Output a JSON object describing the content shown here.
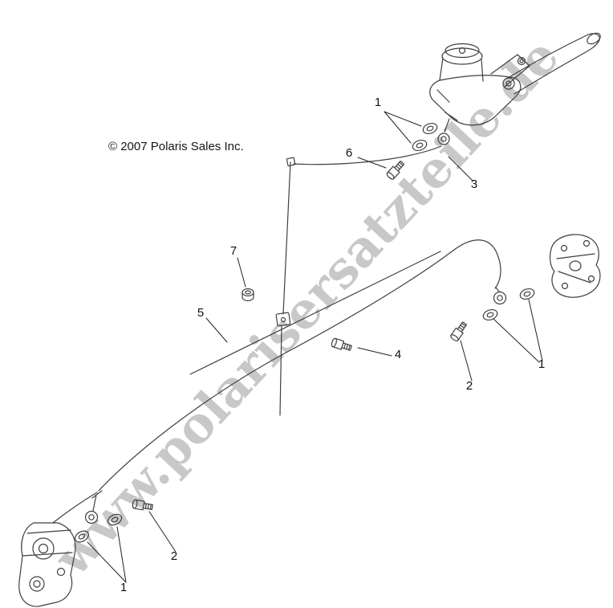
{
  "watermark": {
    "text": "www.polarisersatzteile.de",
    "color": "#c8c8c8"
  },
  "copyright": {
    "text": "© 2007 Polaris Sales Inc."
  },
  "colors": {
    "line_art": "#3f3f3f",
    "leader": "#222222",
    "text": "#111111"
  },
  "callouts": [
    {
      "label": "1",
      "part": "banjo-washers-master-cylinder"
    },
    {
      "label": "6",
      "part": "banjo-bolt-master-cylinder"
    },
    {
      "label": "3",
      "part": "upper-brake-line"
    },
    {
      "label": "7",
      "part": "line-nut"
    },
    {
      "label": "5",
      "part": "main-brake-line"
    },
    {
      "label": "4",
      "part": "tee-mount-bolt"
    },
    {
      "label": "1",
      "part": "banjo-washers-right-caliper"
    },
    {
      "label": "2",
      "part": "banjo-bolt-right-caliper"
    },
    {
      "label": "2",
      "part": "banjo-bolt-left-caliper"
    },
    {
      "label": "1",
      "part": "banjo-washers-left-caliper"
    }
  ]
}
